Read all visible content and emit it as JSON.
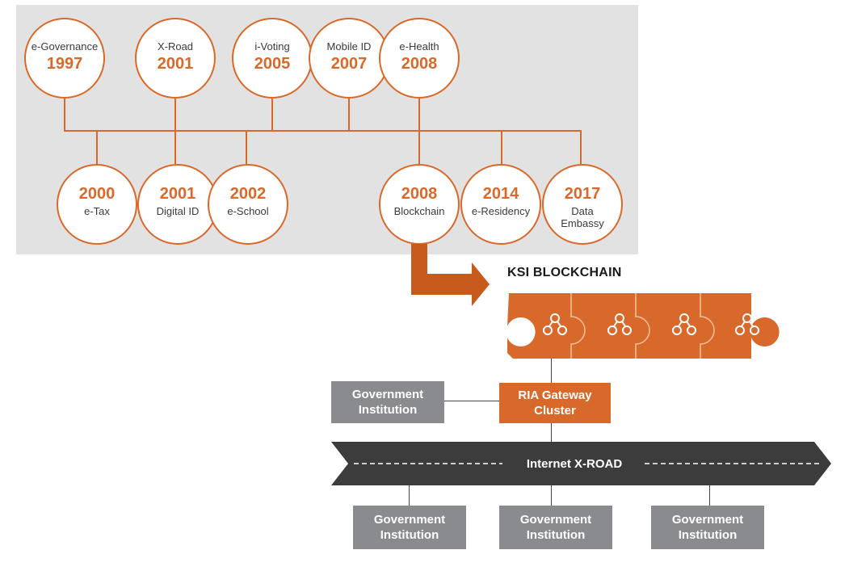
{
  "timeline": {
    "top_row": [
      {
        "label": "e-Governance",
        "year": "1997"
      },
      {
        "label": "X-Road",
        "year": "2001"
      },
      {
        "label": "i-Voting",
        "year": "2005"
      },
      {
        "label": "Mobile ID",
        "year": "2007"
      },
      {
        "label": "e-Health",
        "year": "2008"
      }
    ],
    "bottom_row": [
      {
        "year": "2000",
        "label": "e-Tax"
      },
      {
        "year": "2001",
        "label": "Digital ID"
      },
      {
        "year": "2002",
        "label": "e-School"
      },
      {
        "year": "2008",
        "label": "Blockchain"
      },
      {
        "year": "2014",
        "label": "e-Residency"
      },
      {
        "year": "2017",
        "label": "Data Embassy"
      }
    ]
  },
  "ksi": {
    "title": "KSI BLOCKCHAIN"
  },
  "gateway": {
    "line1": "RIA Gateway",
    "line2": "Cluster"
  },
  "xroad": {
    "label": "Internet X-ROAD"
  },
  "institutions": {
    "upper": {
      "line1": "Government",
      "line2": "Institution"
    },
    "lower": [
      {
        "line1": "Government",
        "line2": "Institution"
      },
      {
        "line1": "Government",
        "line2": "Institution"
      },
      {
        "line1": "Government",
        "line2": "Institution"
      }
    ]
  },
  "colors": {
    "accent": "#d9692a",
    "arrow": "#c85a1c",
    "panel": "#e2e2e3",
    "box": "#8a8b8e",
    "road": "#3c3c3c"
  }
}
